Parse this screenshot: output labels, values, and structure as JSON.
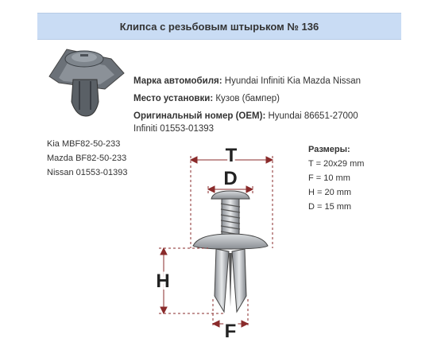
{
  "header": {
    "title": "Клипса с резьбовым штырьком № 136"
  },
  "info": {
    "brand_label": "Марка автомобиля:",
    "brand_value": "Hyundai Infiniti Kia Mazda Nissan",
    "place_label": "Место установки:",
    "place_value": "Кузов (бампер)",
    "oem_label": "Оригинальный номер (OEM):",
    "oem_value": "Hyundai 86651-27000",
    "oem_value_2": "Infiniti 01553-01393"
  },
  "alternatives": [
    "Kia MBF82-50-233",
    "Mazda BF82-50-233",
    "Nissan 01553-01393"
  ],
  "dimensions": {
    "title": "Размеры:",
    "items": [
      "T = 20x29 mm",
      "F = 10 mm",
      "H = 20 mm",
      "D = 15 mm"
    ]
  },
  "drawing": {
    "label_T": "T",
    "label_D": "D",
    "label_H": "H",
    "label_F": "F"
  }
}
